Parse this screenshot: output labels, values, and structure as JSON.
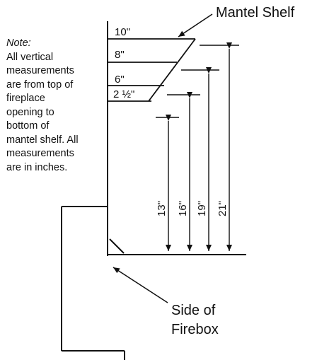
{
  "callouts": {
    "mantel_shelf": "Mantel Shelf",
    "side_of_firebox_line1": "Side of",
    "side_of_firebox_line2": "Firebox"
  },
  "note": {
    "title": "Note:",
    "lines": [
      "All vertical",
      "measurements",
      "are from top of",
      "fireplace",
      "opening to",
      "bottom of",
      "mantel shelf. All",
      "measurements",
      "are in inches."
    ]
  },
  "shelf_depths": [
    "10\"",
    "8\"",
    "6\"",
    "2 ½\""
  ],
  "heights": [
    "13\"",
    "16\"",
    "19\"",
    "21\""
  ]
}
